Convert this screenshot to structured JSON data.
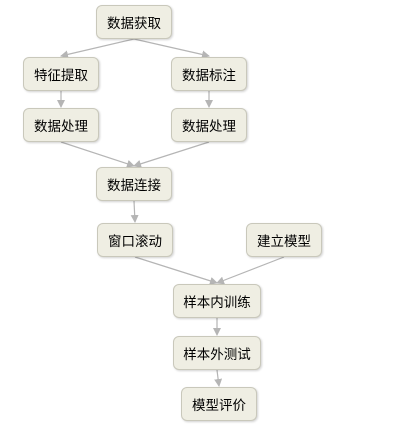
{
  "diagram": {
    "nodes": {
      "data_acquisition": "数据获取",
      "feature_extraction": "特征提取",
      "data_annotation": "数据标注",
      "data_processing_left": "数据处理",
      "data_processing_right": "数据处理",
      "data_join": "数据连接",
      "rolling_window": "窗口滚动",
      "build_model": "建立模型",
      "in_sample_training": "样本内训练",
      "out_sample_testing": "样本外测试",
      "model_evaluation": "模型评价"
    },
    "edges": [
      [
        "data_acquisition",
        "feature_extraction"
      ],
      [
        "data_acquisition",
        "data_annotation"
      ],
      [
        "feature_extraction",
        "data_processing_left"
      ],
      [
        "data_annotation",
        "data_processing_right"
      ],
      [
        "data_processing_left",
        "data_join"
      ],
      [
        "data_processing_right",
        "data_join"
      ],
      [
        "data_join",
        "rolling_window"
      ],
      [
        "rolling_window",
        "in_sample_training"
      ],
      [
        "build_model",
        "in_sample_training"
      ],
      [
        "in_sample_training",
        "out_sample_testing"
      ],
      [
        "out_sample_testing",
        "model_evaluation"
      ]
    ],
    "colors": {
      "node_fill": "#efeee3",
      "node_border": "#c9c8bb",
      "edge": "#b5b5b5"
    }
  }
}
